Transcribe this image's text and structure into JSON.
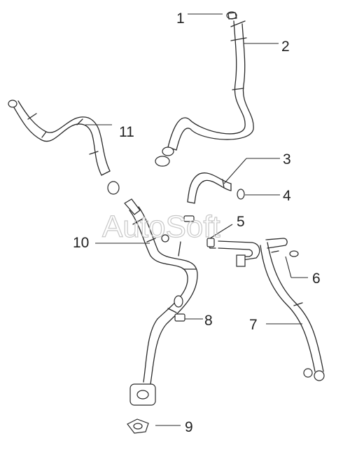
{
  "watermark": "AutoSoft",
  "callouts": [
    {
      "id": "1",
      "label": "1"
    },
    {
      "id": "2",
      "label": "2"
    },
    {
      "id": "3",
      "label": "3"
    },
    {
      "id": "4",
      "label": "4"
    },
    {
      "id": "5",
      "label": "5"
    },
    {
      "id": "6",
      "label": "6"
    },
    {
      "id": "7",
      "label": "7"
    },
    {
      "id": "8",
      "label": "8"
    },
    {
      "id": "9",
      "label": "9"
    },
    {
      "id": "10",
      "label": "10"
    },
    {
      "id": "11",
      "label": "11"
    }
  ],
  "colors": {
    "line": "#2a2a2a",
    "watermark": "#c8c8c8",
    "background": "#ffffff"
  }
}
